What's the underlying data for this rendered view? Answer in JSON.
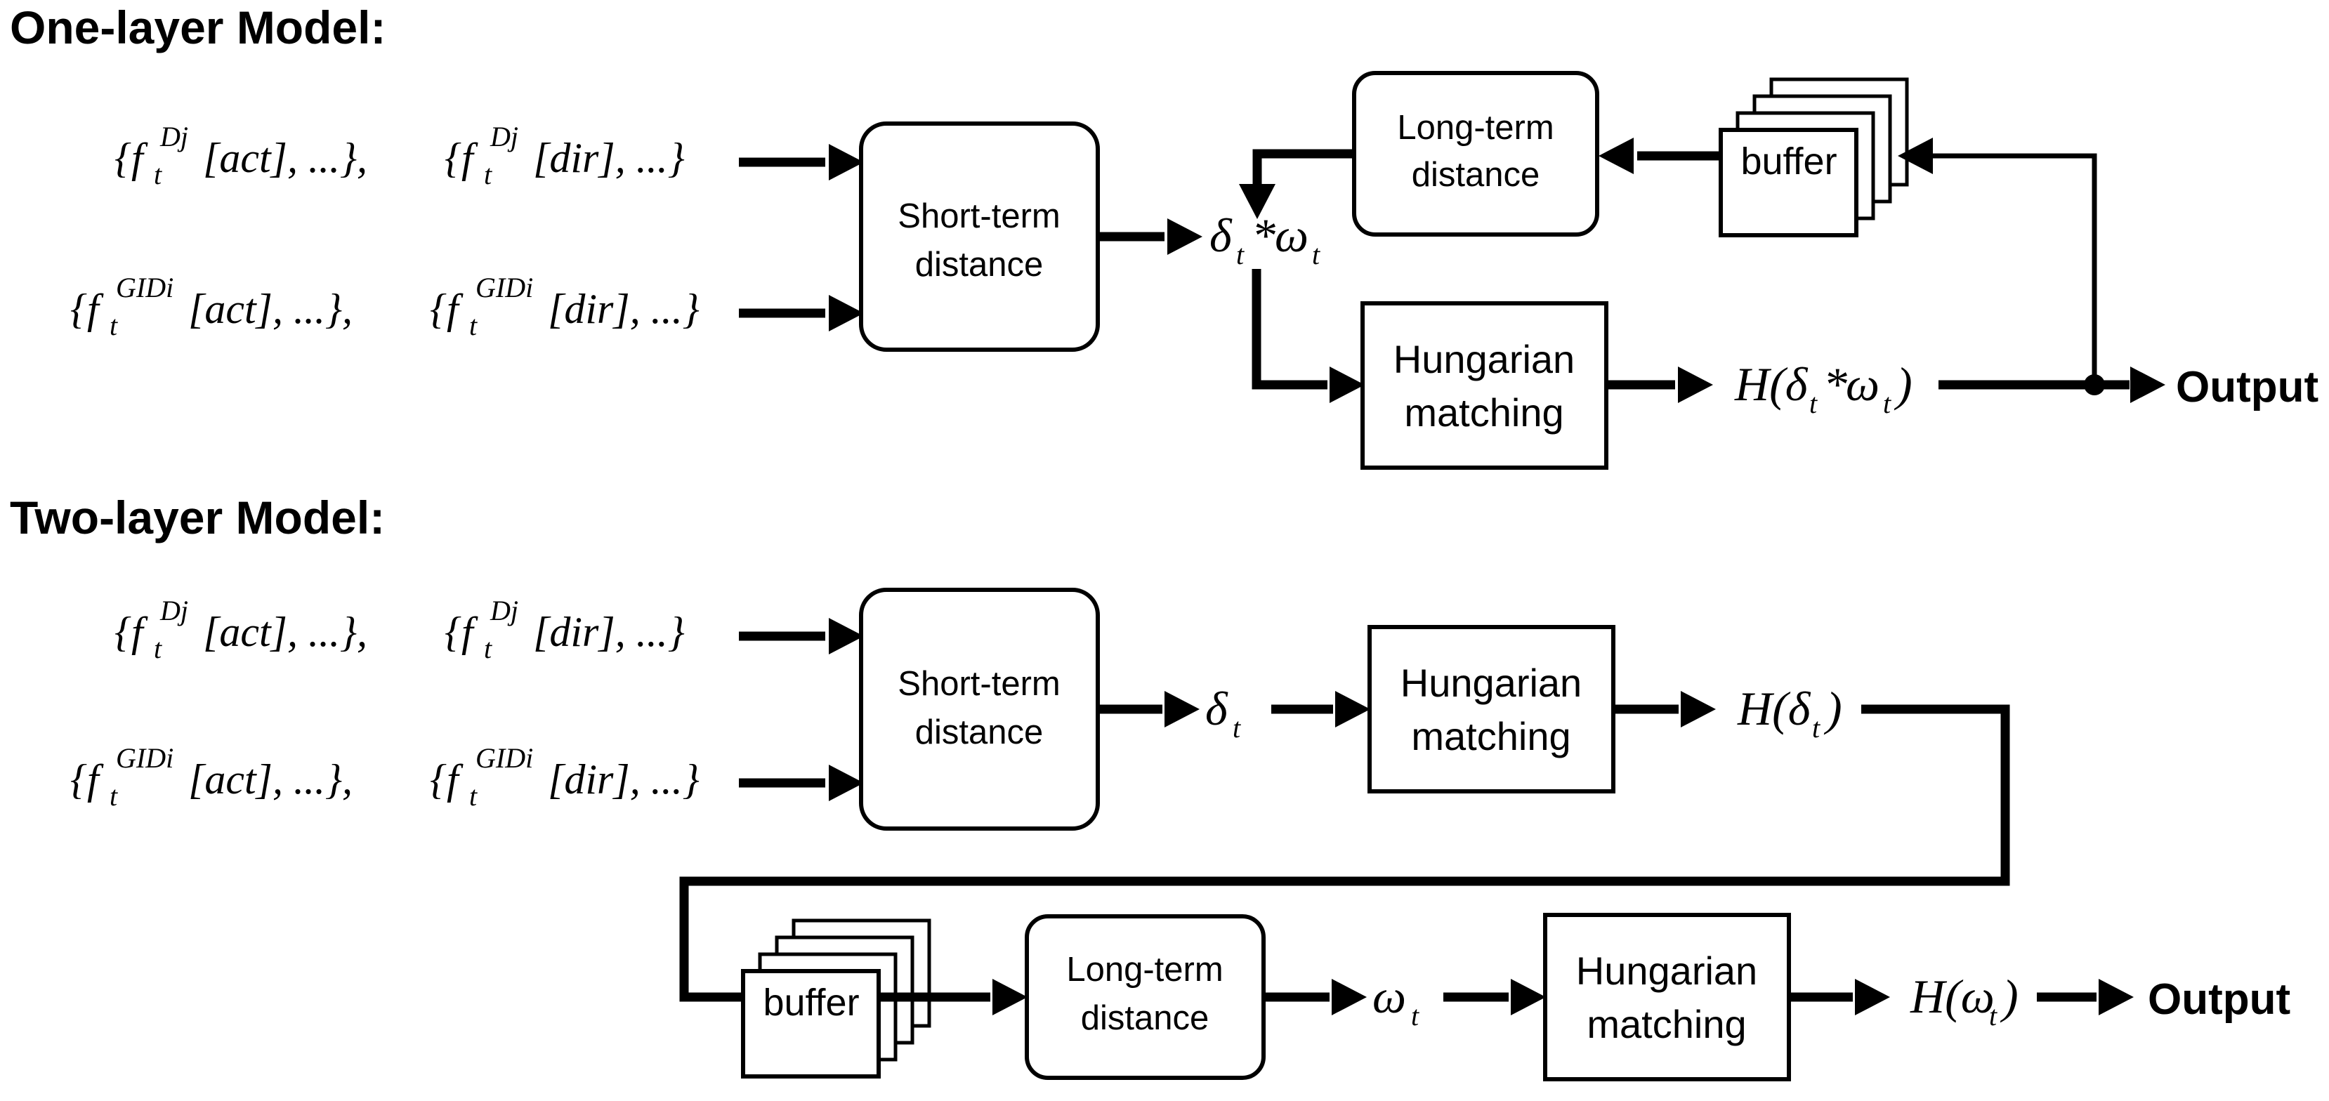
{
  "figure": {
    "background_color": "#ffffff",
    "stroke_color": "#000000"
  },
  "sections": [
    {
      "id": "one-layer",
      "title": "One-layer Model:",
      "inputs": [
        {
          "id": "input-dj",
          "parts": [
            {
              "base": "{f",
              "sub": "t",
              "sup": "Dj",
              "tail": "[act], ...},"
            },
            {
              "base": "{f",
              "sub": "t",
              "sup": "Dj",
              "tail": "[dir], ...}"
            }
          ]
        },
        {
          "id": "input-gidi",
          "parts": [
            {
              "base": "{f",
              "sub": "t",
              "sup": "GIDi",
              "tail": "[act], ...},"
            },
            {
              "base": "{f",
              "sub": "t",
              "sup": "GIDi",
              "tail": "[dir], ...}"
            }
          ]
        }
      ],
      "nodes": {
        "short_term": {
          "line1": "Short-term",
          "line2": "distance",
          "shape": "rounded-rect"
        },
        "long_term": {
          "line1": "Long-term",
          "line2": "distance",
          "shape": "rounded-rect"
        },
        "buffer": {
          "label": "buffer",
          "shape": "stacked-rect",
          "stack_count": 4
        },
        "hungarian": {
          "line1": "Hungarian",
          "line2": "matching",
          "shape": "rect"
        }
      },
      "signals": {
        "short_term_out": {
          "base": "δ",
          "sub": "t",
          "op": "*",
          "base2": "ω",
          "sub2": "t"
        },
        "hungarian_out": {
          "text": "H(δ",
          "sub": "t",
          "op": "*",
          "base2": "ω",
          "sub2": "t",
          "tail": ")"
        }
      },
      "output_label": "Output"
    },
    {
      "id": "two-layer",
      "title": "Two-layer Model:",
      "inputs": [
        {
          "id": "input-dj-2",
          "parts": [
            {
              "base": "{f",
              "sub": "t",
              "sup": "Dj",
              "tail": "[act], ...},"
            },
            {
              "base": "{f",
              "sub": "t",
              "sup": "Dj",
              "tail": "[dir], ...}"
            }
          ]
        },
        {
          "id": "input-gidi-2",
          "parts": [
            {
              "base": "{f",
              "sub": "t",
              "sup": "GIDi",
              "tail": "[act], ...},"
            },
            {
              "base": "{f",
              "sub": "t",
              "sup": "GIDi",
              "tail": "[dir], ...}"
            }
          ]
        }
      ],
      "nodes": {
        "short_term": {
          "line1": "Short-term",
          "line2": "distance",
          "shape": "rounded-rect"
        },
        "hungarian_top": {
          "line1": "Hungarian",
          "line2": "matching",
          "shape": "rect"
        },
        "buffer": {
          "label": "buffer",
          "shape": "stacked-rect",
          "stack_count": 4
        },
        "long_term": {
          "line1": "Long-term",
          "line2": "distance",
          "shape": "rounded-rect"
        },
        "hungarian_bottom": {
          "line1": "Hungarian",
          "line2": "matching",
          "shape": "rect"
        }
      },
      "signals": {
        "delta": {
          "base": "δ",
          "sub": "t"
        },
        "h_delta": {
          "text": "H(δ",
          "sub": "t",
          "tail": ")"
        },
        "omega": {
          "base": "ω",
          "sub": "t"
        },
        "h_omega": {
          "text": "H(ω",
          "sub": "t",
          "tail": ")"
        }
      },
      "output_label": "Output"
    }
  ],
  "glyphs": {
    "delta": "δ",
    "omega": "ω",
    "asterisk": "*",
    "h": "H",
    "lparen": "(",
    "rparen": ")"
  }
}
